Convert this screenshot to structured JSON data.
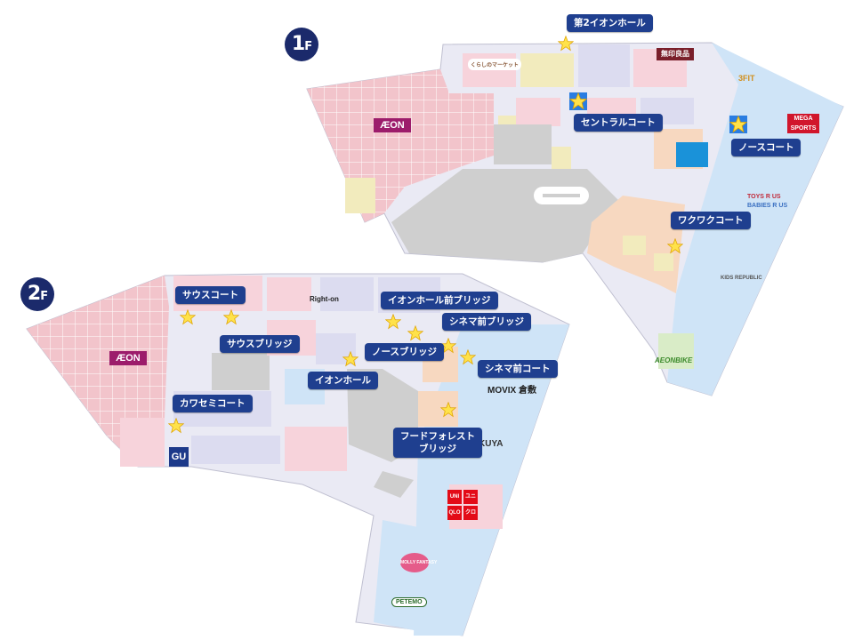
{
  "floors": {
    "f1": {
      "label": "1",
      "suffix": "F"
    },
    "f2": {
      "label": "2",
      "suffix": "F"
    }
  },
  "spots_1f": {
    "second_aeon_hall": "第2イオンホール",
    "central_court": "セントラルコート",
    "north_court": "ノースコート",
    "wakuwaku_court": "ワクワクコート"
  },
  "spots_2f": {
    "south_court": "サウスコート",
    "south_bridge": "サウスブリッジ",
    "aeon_hall_front_bridge": "イオンホール前ブリッジ",
    "cinema_front_bridge": "シネマ前ブリッジ",
    "north_bridge": "ノースブリッジ",
    "cinema_front_court": "シネマ前コート",
    "aeon_hall": "イオンホール",
    "kawasemi_court": "カワセミコート",
    "food_forest_bridge_line1": "フードフォレスト",
    "food_forest_bridge_line2": "ブリッジ"
  },
  "brands_1f": {
    "aeon": "ÆON",
    "muji": "無印良品",
    "sports": "MEGA SPORTS",
    "toys": "TOYS R US",
    "babies": "BABIES R US",
    "kids": "KIDS REPUBLIC",
    "bike": "AEONBIKE",
    "fit": "3FIT",
    "kurashi": "くらしのマーケット"
  },
  "brands_2f": {
    "aeon": "ÆON",
    "gu": "GU",
    "righton": "Right-on",
    "movix": "MOVIX 倉敷",
    "kikuya": "KIKUYA",
    "uniqlo_1": "UNI",
    "uniqlo_2": "QLO",
    "uniqlo_3": "ユニ",
    "uniqlo_4": "クロ",
    "molly": "MOLLY FANTASY",
    "petemo": "PETEMO"
  },
  "colors": {
    "aeon_zone": "#f2c4cb",
    "shop_pink": "#f7d3db",
    "shop_lavender": "#dcdcf0",
    "shop_blue": "#cfe4f7",
    "shop_peach": "#f7d8c0",
    "shop_yellow": "#f2ebbd",
    "shop_green": "#d9ecc7",
    "corridor": "#ffffff",
    "parking": "#cfcfcf",
    "callout": "#1f3f8f",
    "star": "#ffe24a",
    "badge": "#1b2a6b"
  }
}
